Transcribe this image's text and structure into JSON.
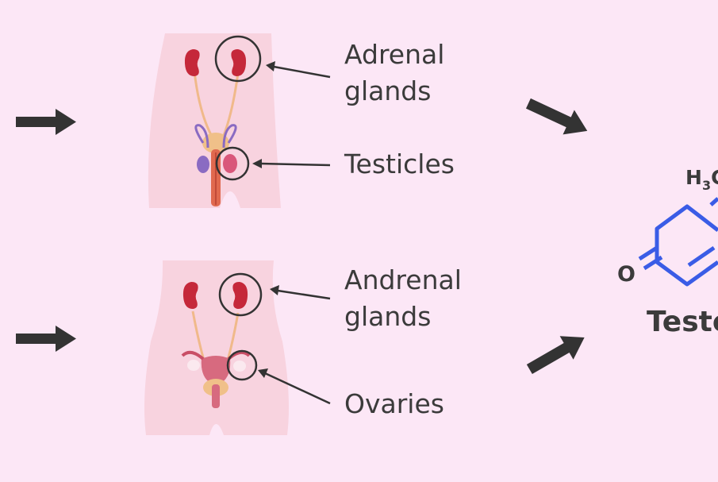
{
  "male": {
    "adrenal_label_1": "Adrenal",
    "adrenal_label_2": "glands",
    "testicles_label": "Testicles"
  },
  "female": {
    "adrenal_label_1": "Andrenal",
    "adrenal_label_2": "glands",
    "ovaries_label": "Ovaries"
  },
  "molecule": {
    "methyl_label": "H",
    "methyl_subscript": "3",
    "methyl_trailing": "C",
    "oxygen_label": "O",
    "name_partial": "Testo"
  },
  "colors": {
    "background": "#fce7f6",
    "arrow": "#333333",
    "body_silhouette": "#f8d3df",
    "kidney": "#c5283a",
    "circle_outline": "#333333",
    "molecule_bond": "#3a5ce6",
    "male_genital": "#8a6bc2",
    "female_reproductive": "#d76a7f"
  }
}
